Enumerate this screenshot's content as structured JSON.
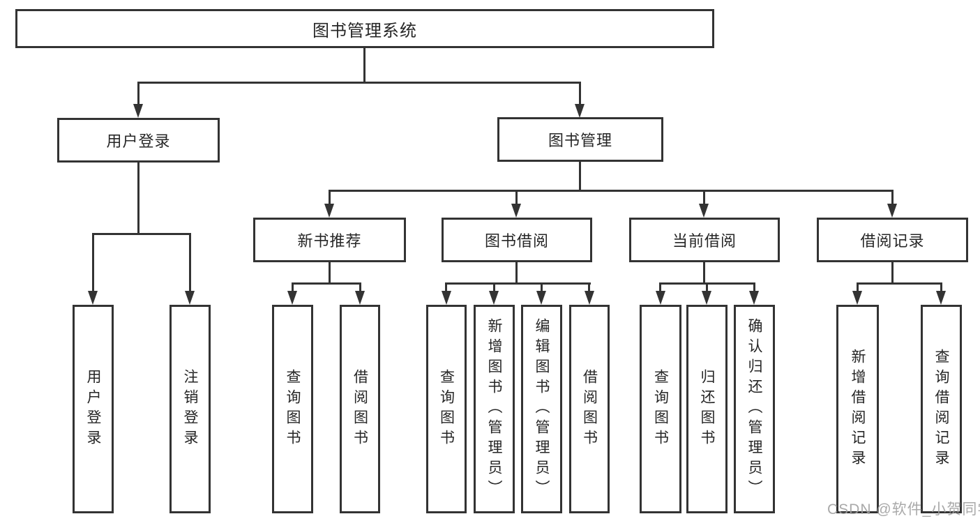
{
  "tree": {
    "root": "图书管理系统",
    "branches": [
      {
        "label": "用户登录",
        "children": [
          "用户登录",
          "注销登录"
        ]
      },
      {
        "label": "图书管理",
        "sub": [
          {
            "label": "新书推荐",
            "children": [
              "查询图书",
              "借阅图书"
            ]
          },
          {
            "label": "图书借阅",
            "children": [
              "查询图书",
              "新增图书（管理员）",
              "编辑图书（管理员）",
              "借阅图书"
            ]
          },
          {
            "label": "当前借阅",
            "children": [
              "查询图书",
              "归还图书",
              "确认归还（管理员）"
            ]
          },
          {
            "label": "借阅记录",
            "children": [
              "新增借阅记录",
              "查询借阅记录"
            ]
          }
        ]
      }
    ]
  },
  "watermark": "CSDN @软件_小贺同学",
  "colors": {
    "line": "#333333",
    "text": "#262626",
    "background": "#ffffff",
    "watermark": "#a0a0a0"
  }
}
